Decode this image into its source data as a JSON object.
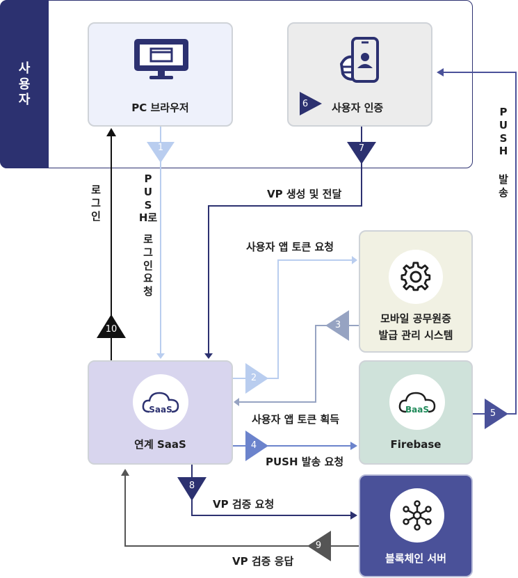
{
  "user_band": {
    "label_chars": [
      "사",
      "용",
      "자"
    ]
  },
  "nodes": {
    "pc_browser": {
      "label": "PC 브라우저"
    },
    "user_auth": {
      "label": "사용자 인증",
      "step": "6"
    },
    "mobile_system": {
      "line1": "모바일 공무원증",
      "line2": "발급 관리 시스템"
    },
    "saas": {
      "label": "연계 SaaS",
      "badge": "SaaS"
    },
    "firebase": {
      "label": "Firebase",
      "badge": "BaaS"
    },
    "blockchain": {
      "label": "블록체인 서버"
    }
  },
  "steps": {
    "s1": "1",
    "s2": "2",
    "s3": "3",
    "s4": "4",
    "s5": "5",
    "s7": "7",
    "s8": "8",
    "s9": "9",
    "s10": "10"
  },
  "edge_labels": {
    "vp_create": "VP 생성 및 전달",
    "token_request": "사용자 앱 토큰 요청",
    "token_acquire": "사용자 앱 토큰 획득",
    "push_request": "PUSH 발송 요청",
    "vp_verify_request": "VP 검증 요청",
    "vp_verify_response": "VP 검증 응답",
    "login_chars": [
      "로",
      "그",
      "인"
    ],
    "push_login_chars": [
      "P",
      "U",
      "S",
      "H로",
      "",
      "로",
      "그",
      "인",
      "요",
      "청"
    ],
    "push_send_chars": [
      "P",
      "U",
      "S",
      "H",
      "",
      "발",
      "송"
    ]
  },
  "colors": {
    "navy": "#2c3170",
    "indigo": "#4a5199",
    "light_blue": "#b9cdef",
    "mid_blue": "#6b83cc",
    "gray_blue": "#96a3c2",
    "box_blue": "#eef1fb",
    "box_gray": "#ececec",
    "box_cream": "#f1f1e3",
    "box_lavender": "#d8d5ee",
    "box_mint": "#cfe2da",
    "box_indigo": "#4a5199",
    "black": "#111111",
    "dark_gray": "#555555"
  },
  "icons": [
    "monitor-icon",
    "phone-user-icon",
    "gear-icon",
    "saas-cloud-icon",
    "baas-cloud-icon",
    "network-hub-icon"
  ]
}
